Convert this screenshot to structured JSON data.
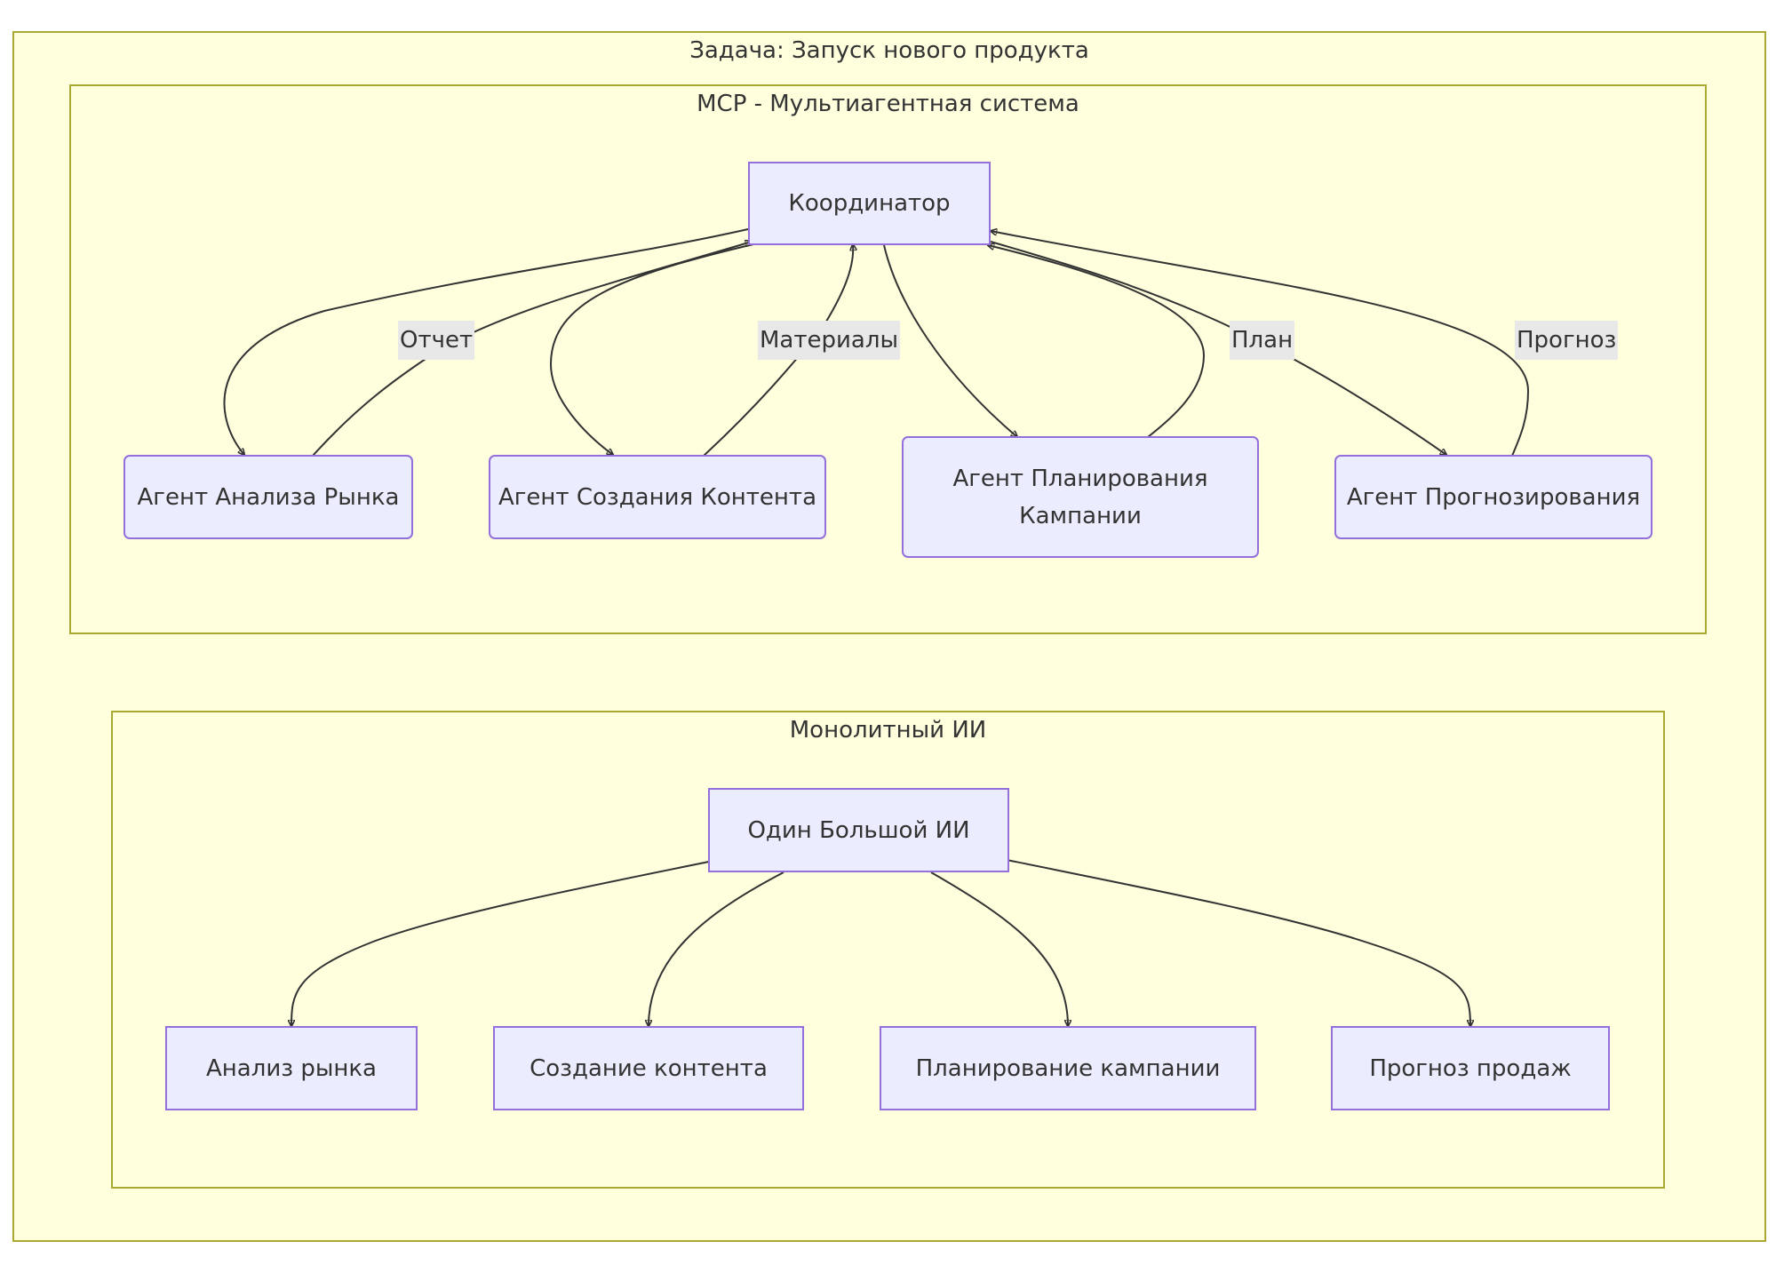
{
  "clusters": {
    "outer": {
      "title": "Задача: Запуск нового продукта"
    },
    "mcp": {
      "title": "MCP - Мультиагентная система"
    },
    "mono": {
      "title": "Монолитный ИИ"
    }
  },
  "mcp_nodes": {
    "coordinator": "Координатор",
    "market_agent": "Агент Анализа Рынка",
    "content_agent": "Агент Создания Контента",
    "campaign_agent_line1": "Агент Планирования",
    "campaign_agent_line2": "Кампании",
    "forecast_agent": "Агент Прогнозирования"
  },
  "edge_labels": {
    "report": "Отчет",
    "materials": "Материалы",
    "plan": "План",
    "forecast": "Прогноз"
  },
  "mono_nodes": {
    "big_ai": "Один Большой ИИ",
    "market_analysis": "Анализ рынка",
    "content_creation": "Создание контента",
    "campaign_planning": "Планирование кампании",
    "sales_forecast": "Прогноз продаж"
  },
  "colors": {
    "cluster_fill": "#ffffde",
    "cluster_stroke": "#aaaa33",
    "node_fill": "#ececff",
    "node_stroke": "#9370db",
    "edge": "#333333",
    "edge_label_bg": "#e8e8e8"
  }
}
